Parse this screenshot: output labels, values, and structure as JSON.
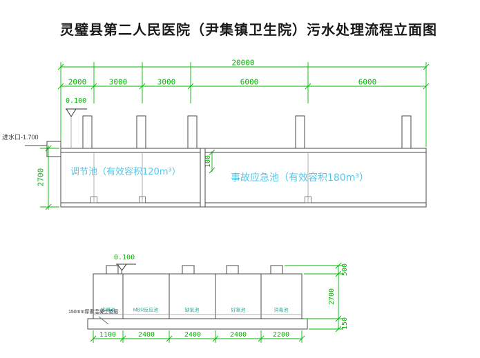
{
  "title": "灵璧县第二人民医院（尹集镇卫生院）污水处理流程立面图",
  "colors": {
    "dimension_green": "#00b800",
    "label_cyan": "#53c7ea",
    "compartment_teal": "#2fa89b",
    "structure_gray": "#4a4a4a"
  },
  "upper": {
    "dim_total": "20000",
    "dims": [
      "2000",
      "3000",
      "3000",
      "6000",
      "6000"
    ],
    "elevation": "0.100",
    "inlet": "进水口-1.700",
    "dim_height": "2700",
    "dim_freeboard": "100",
    "tank1": "调节池（有效容积120m³）",
    "tank2": "事故应急池（有效容积180m³）"
  },
  "lower": {
    "elevation": "0.100",
    "compartments": [
      "格栅池",
      "MBR反应池",
      "缺氧池",
      "好氧池",
      "消毒池"
    ],
    "note": "150mm厚素混凝土垫层",
    "dims_bottom": [
      "1100",
      "2400",
      "2400",
      "2400",
      "2200"
    ],
    "dims_right": [
      "500",
      "2700",
      "150"
    ]
  }
}
